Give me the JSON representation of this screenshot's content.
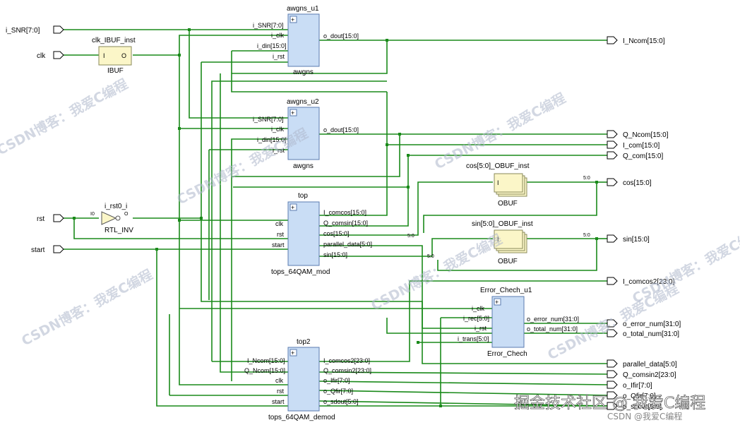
{
  "inputs": [
    "i_SNR[7:0]",
    "clk",
    "rst",
    "start"
  ],
  "outputs": [
    "I_Ncom[15:0]",
    "Q_Ncom[15:0]",
    "I_com[15:0]",
    "Q_com[15:0]",
    "cos[15:0]",
    "sin[15:0]",
    "I_comcos2[23:0]",
    "o_error_num[31:0]",
    "o_total_num[31:0]",
    "parallel_data[5:0]",
    "Q_comsin2[23:0]",
    "o_Ifir[7:0]",
    "o_Qfir[7:0]",
    "o_sdout[5:0]"
  ],
  "blocks": {
    "awgns_u1": {
      "inst": "awgns_u1",
      "type": "awgns",
      "left": [
        "i_SNR[7:0]",
        "i_clk",
        "i_din[15:0]",
        "i_rst"
      ],
      "right": [
        "o_dout[15:0]"
      ]
    },
    "awgns_u2": {
      "inst": "awgns_u2",
      "type": "awgns",
      "left": [
        "i_SNR[7:0]",
        "i_clk",
        "i_din[15:0]",
        "i_rst"
      ],
      "right": [
        "o_dout[15:0]"
      ]
    },
    "top": {
      "inst": "top",
      "type": "tops_64QAM_mod",
      "left": [
        "clk",
        "rst",
        "start"
      ],
      "right": [
        "I_comcos[15:0]",
        "Q_comsin[15:0]",
        "cos[15:0]",
        "parallel_data[5:0]",
        "sin[15:0]"
      ]
    },
    "top2": {
      "inst": "top2",
      "type": "tops_64QAM_demod",
      "left": [
        "I_Ncom[15:0]",
        "Q_Ncom[15:0]",
        "clk",
        "rst",
        "start"
      ],
      "right": [
        "I_comcos2[23:0]",
        "Q_comsin2[23:0]",
        "o_Ifir[7:0]",
        "o_Qfir[7:0]",
        "o_sdout[5:0]"
      ]
    },
    "error": {
      "inst": "Error_Chech_u1",
      "type": "Error_Chech",
      "left": [
        "i_clk",
        "i_rec[5:0]",
        "i_rst",
        "i_trans[5:0]"
      ],
      "right": [
        "o_error_num[31:0]",
        "o_total_num[31:0]"
      ]
    }
  },
  "ibuf": {
    "inst": "clk_IBUF_inst",
    "type": "IBUF",
    "in_pin": "I",
    "out_pin": "O"
  },
  "inv": {
    "inst": "i_rst0_i",
    "type": "RTL_INV",
    "in_pin": "I0",
    "out_pin": "O"
  },
  "obuf_cos": {
    "inst": "cos[5:0]_OBUF_inst",
    "type": "OBUF",
    "pin": "I",
    "bus": "5:0"
  },
  "obuf_sin": {
    "inst": "sin[5:0]_OBUF_inst",
    "type": "OBUF",
    "pin": "I",
    "bus": "5:0"
  },
  "bus_labels": {
    "cos_tap": "5:0",
    "sin_tap": "5:0"
  },
  "watermarks": [
    "CSDN博客：我爱C编程",
    "掘金技术社区 @ 我爱C编程",
    "CSDN @我爱C编程"
  ]
}
